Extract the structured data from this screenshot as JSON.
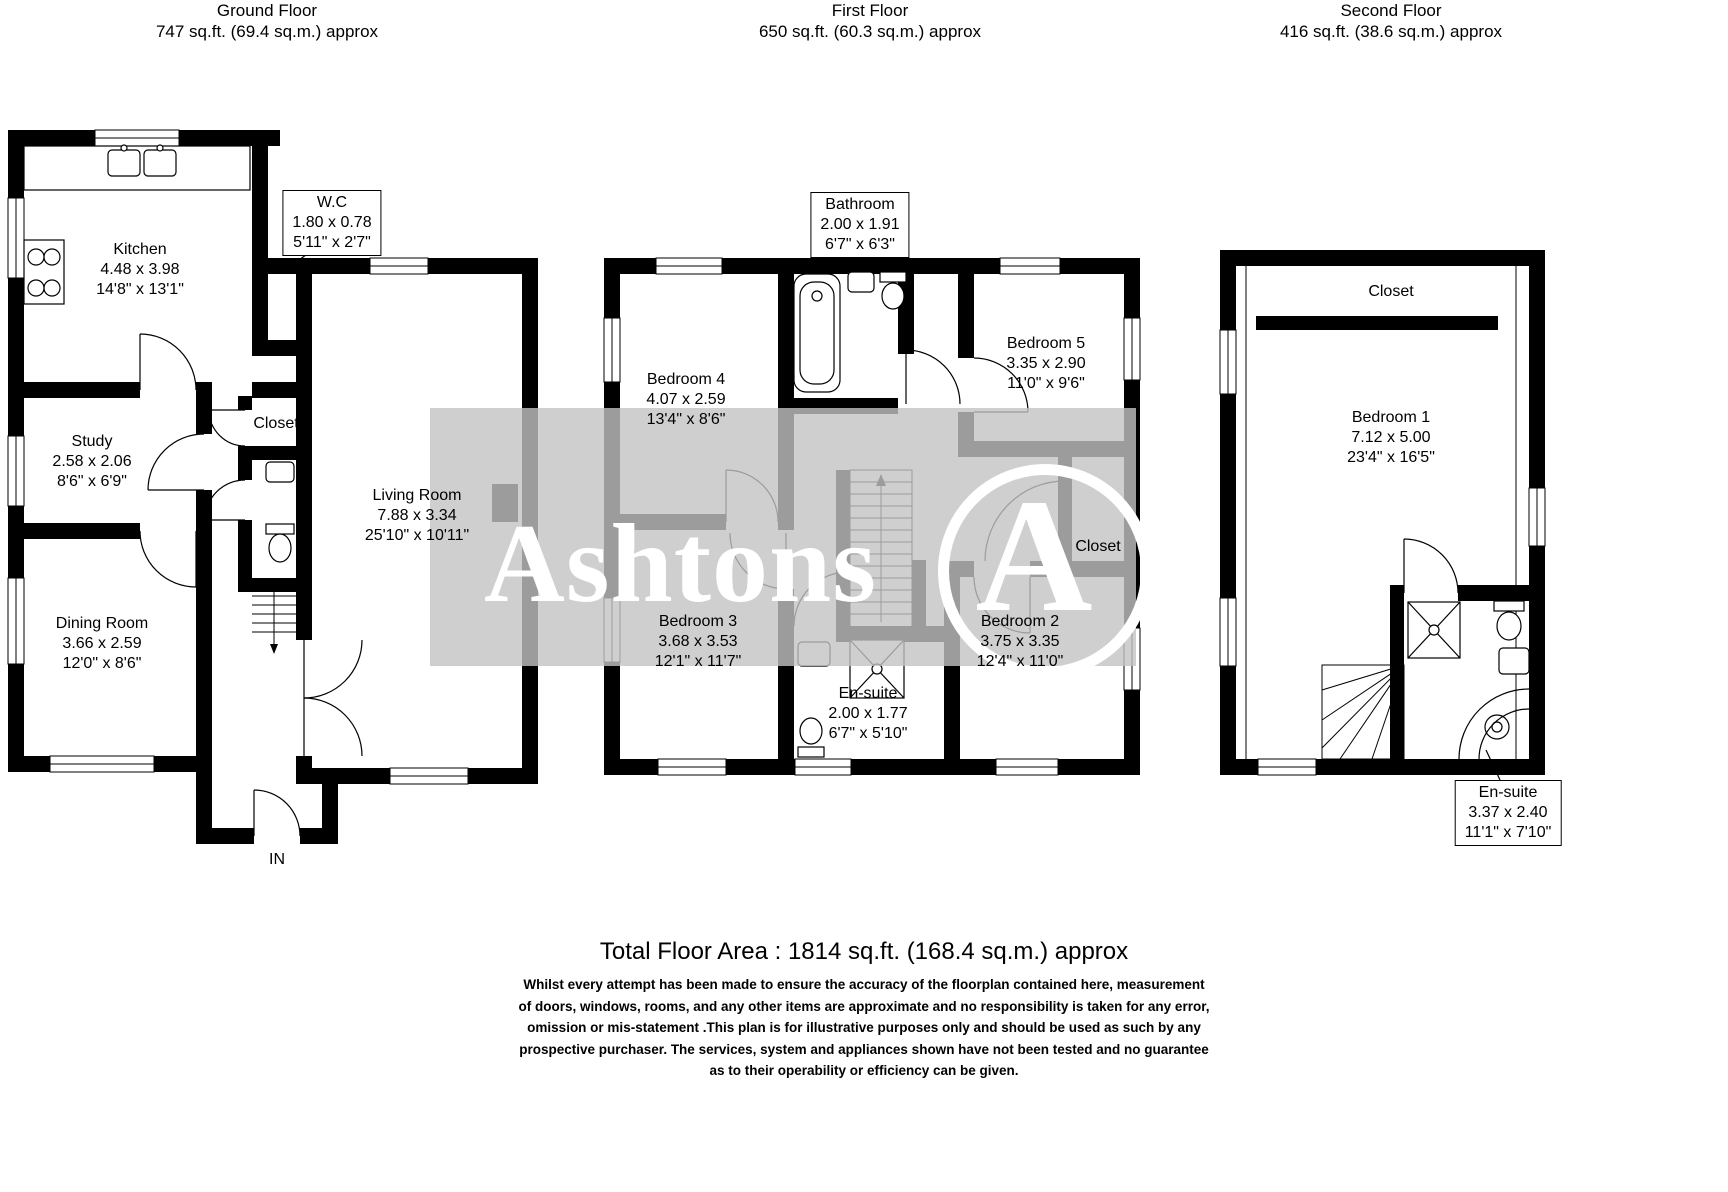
{
  "headers": {
    "ground": {
      "title": "Ground Floor",
      "area": "747 sq.ft. (69.4 sq.m.) approx"
    },
    "first": {
      "title": "First Floor",
      "area": "650 sq.ft. (60.3 sq.m.) approx"
    },
    "second": {
      "title": "Second Floor",
      "area": "416 sq.ft. (38.6 sq.m.) approx"
    }
  },
  "ground": {
    "kitchen": {
      "name": "Kitchen",
      "metric": "4.48 x 3.98",
      "imperial": "14'8\" x 13'1\""
    },
    "wc": {
      "name": "W.C",
      "metric": "1.80 x 0.78",
      "imperial": "5'11\" x 2'7\""
    },
    "study": {
      "name": "Study",
      "metric": "2.58 x 2.06",
      "imperial": "8'6\" x 6'9\""
    },
    "closet": {
      "name": "Closet"
    },
    "living": {
      "name": "Living Room",
      "metric": "7.88 x 3.34",
      "imperial": "25'10\" x 10'11\""
    },
    "dining": {
      "name": "Dining Room",
      "metric": "3.66 x 2.59",
      "imperial": "12'0\" x 8'6\""
    },
    "entrance": "IN"
  },
  "first": {
    "bathroom": {
      "name": "Bathroom",
      "metric": "2.00 x 1.91",
      "imperial": "6'7\" x 6'3\""
    },
    "bedroom4": {
      "name": "Bedroom 4",
      "metric": "4.07 x 2.59",
      "imperial": "13'4\" x 8'6\""
    },
    "bedroom5": {
      "name": "Bedroom 5",
      "metric": "3.35 x 2.90",
      "imperial": "11'0\" x 9'6\""
    },
    "closet": {
      "name": "Closet"
    },
    "bedroom3": {
      "name": "Bedroom 3",
      "metric": "3.68 x 3.53",
      "imperial": "12'1\" x 11'7\""
    },
    "bedroom2": {
      "name": "Bedroom 2",
      "metric": "3.75 x 3.35",
      "imperial": "12'4\" x 11'0\""
    },
    "ensuite": {
      "name": "En-suite",
      "metric": "2.00 x 1.77",
      "imperial": "6'7\" x 5'10\""
    }
  },
  "second": {
    "closet": {
      "name": "Closet"
    },
    "bedroom1": {
      "name": "Bedroom 1",
      "metric": "7.12 x 5.00",
      "imperial": "23'4\" x 16'5\""
    },
    "ensuite": {
      "name": "En-suite",
      "metric": "3.37 x 2.40",
      "imperial": "11'1\" x 7'10\""
    }
  },
  "watermark": {
    "text": "Ashtons",
    "logo_letter": "A"
  },
  "footer": {
    "total": "Total Floor Area : 1814 sq.ft. (168.4 sq.m.) approx",
    "disclaimer": [
      "Whilst every attempt has been made to ensure the accuracy of the floorplan contained here, measurement",
      "of doors, windows, rooms, and any other items are approximate and no responsibility is taken for any error,",
      "omission or mis-statement .This plan is for illustrative purposes only and should be used as such by any",
      "prospective purchaser. The services, system and appliances shown have not been tested and no guarantee",
      "as to their operability or efficiency can be given."
    ]
  },
  "colors": {
    "wall": "#000000",
    "band": "#c3c3c3",
    "watermark_text": "#ffffff"
  }
}
